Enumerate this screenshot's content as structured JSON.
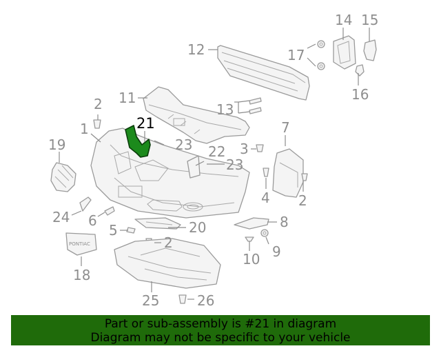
{
  "callouts": {
    "c1": "1",
    "c2a": "2",
    "c2b": "2",
    "c2c": "2",
    "c3": "3",
    "c4": "4",
    "c5": "5",
    "c6": "6",
    "c7": "7",
    "c8": "8",
    "c9": "9",
    "c10": "10",
    "c11": "11",
    "c12": "12",
    "c13": "13",
    "c14": "14",
    "c15": "15",
    "c16": "16",
    "c17": "17",
    "c18": "18",
    "c19": "19",
    "c20": "20",
    "c21": "21",
    "c22": "22",
    "c23a": "23",
    "c23b": "23",
    "c24": "24",
    "c25": "25",
    "c26": "26"
  },
  "emblem_text": "PONTIAC",
  "highlight_color": "#1c8a1c",
  "footer": {
    "line1": "Part or sub-assembly is #21 in diagram",
    "line2": "Diagram may not be specific to your vehicle",
    "background": "#1f6b0a"
  }
}
